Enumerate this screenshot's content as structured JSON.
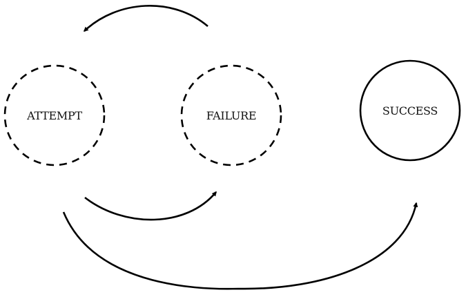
{
  "diagram": {
    "colors": {
      "stroke": "#000000",
      "background": "#ffffff",
      "text": "#111111"
    },
    "nodes": {
      "attempt": {
        "label": "ATTEMPT",
        "border": "dashed"
      },
      "failure": {
        "label": "FAILURE",
        "border": "dashed"
      },
      "success": {
        "label": "SUCCESS",
        "border": "solid"
      }
    },
    "edges": [
      {
        "from": "attempt",
        "to": "failure"
      },
      {
        "from": "failure",
        "to": "attempt"
      },
      {
        "from": "attempt",
        "to": "success"
      }
    ]
  }
}
